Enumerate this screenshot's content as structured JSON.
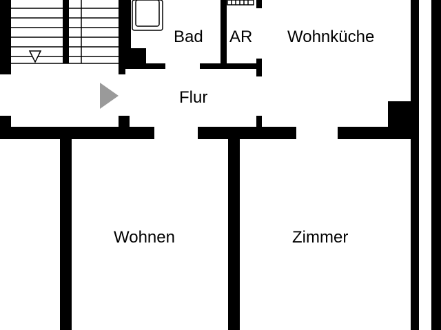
{
  "floorplan": {
    "rooms": {
      "bad": "Bad",
      "ar": "AR",
      "wohnkueche": "Wohnküche",
      "flur": "Flur",
      "wohnen": "Wohnen",
      "zimmer": "Zimmer"
    },
    "icons": {
      "entrance": "entrance-arrow-icon",
      "stair_direction": "stair-direction-icon"
    },
    "colors": {
      "wall": "#000000",
      "background": "#ffffff",
      "entrance_arrow": "#9a9a9a"
    }
  }
}
